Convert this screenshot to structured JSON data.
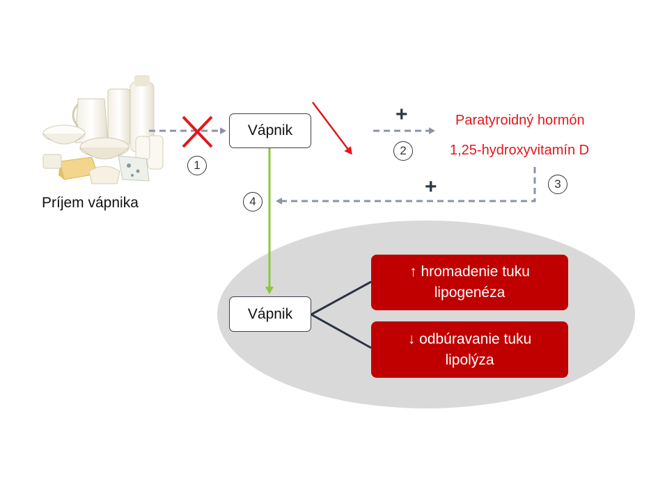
{
  "intake": {
    "label": "Príjem vápnika",
    "image": "dairy-products-image"
  },
  "calcium_top": {
    "label": "Vápnik"
  },
  "calcium_bottom": {
    "label": "Vápnik"
  },
  "hormones": {
    "pth": "Paratyroidný hormón",
    "vitd": "1,25-hydroxyvitamín D"
  },
  "effects": [
    {
      "arrow": "↑",
      "line1": "hromadenie tuku",
      "line2": "lipogenéza"
    },
    {
      "arrow": "↓",
      "line1": "odbúravanie tuku",
      "line2": "lipolýza"
    }
  ],
  "steps": [
    "1",
    "2",
    "3",
    "4"
  ],
  "signs": {
    "upper_plus": "+",
    "lower_plus": "+"
  },
  "colors": {
    "hormone_text": "#e3161b",
    "effect_box": "#c00000",
    "dashed_arrow": "#8a94a6",
    "green_arrow": "#8cc63f",
    "cross": "#e3161b",
    "ellipse": "#d9d9d9"
  }
}
